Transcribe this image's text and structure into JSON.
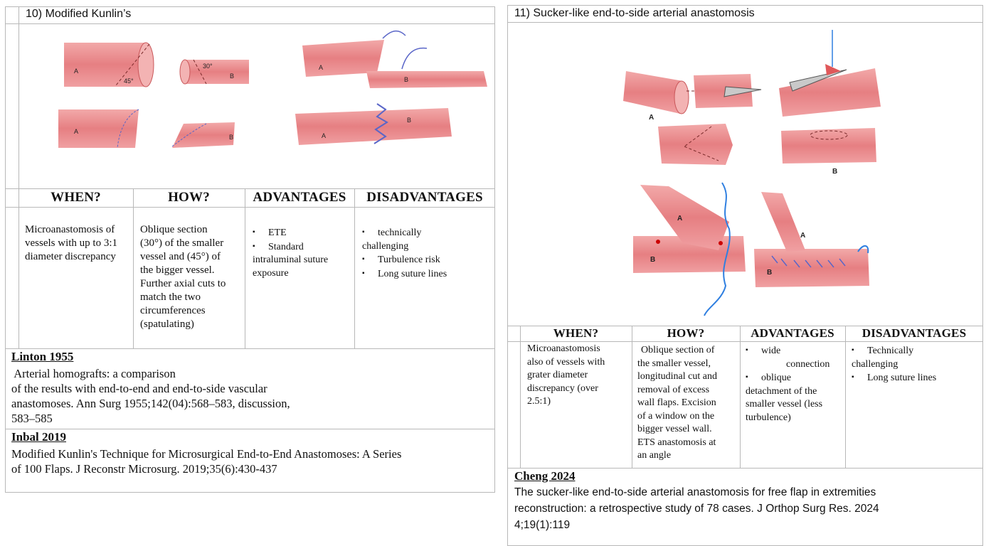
{
  "left": {
    "title": "10) Modified Kunlin’s",
    "diagram": {
      "labels": [
        "A",
        "30°",
        "45°",
        "B",
        "A",
        "B",
        "A",
        "B",
        "A",
        "B"
      ]
    },
    "headers": [
      "WHEN?",
      "HOW?",
      "ADVANTAGES",
      "DISADVANTAGES"
    ],
    "when": [
      "Microanastomosis of",
      "vessels with up to 3:1",
      "diameter discrepancy"
    ],
    "how": [
      "Oblique section",
      "(30°) of the smaller",
      "vessel and (45°) of",
      "the bigger vessel.",
      "Further axial cuts to",
      "match the two",
      "circumferences",
      "(spatulating)"
    ],
    "advantages": [
      "ETE",
      "Standard",
      "intraluminal suture",
      "exposure"
    ],
    "disadvantages": [
      "technically",
      "challenging",
      "Turbulence risk",
      "Long suture lines"
    ],
    "references": [
      {
        "head": "Linton 1955",
        "lines": [
          " Arterial homografts: a comparison",
          "of the results with end-to-end and end-to-side vascular",
          "anastomoses. Ann Surg 1955;142(04):568–583, discussion,",
          "583–585"
        ]
      },
      {
        "head": "Inbal 2019",
        "lines": [
          "Modified Kunlin's Technique for Microsurgical End-to-End Anastomoses: A Series",
          "of 100 Flaps. J Reconstr Microsurg. 2019;35(6):430-437"
        ]
      }
    ]
  },
  "right": {
    "title": "11) Sucker-like end-to-side arterial anastomosis",
    "diagram": {
      "labels": [
        "A",
        "B",
        "A",
        "B",
        "A",
        "B"
      ]
    },
    "headers": [
      "WHEN?",
      "HOW?",
      "ADVANTAGES",
      "DISADVANTAGES"
    ],
    "when": [
      "Microanastomosis",
      "also of vessels with",
      "grater diameter",
      "discrepancy (over",
      "2.5:1)"
    ],
    "how": [
      "Oblique section of",
      "the smaller vessel,",
      "longitudinal cut and",
      "removal of excess",
      "wall flaps. Excision",
      "of a window on the",
      "bigger vessel wall.",
      "ETS anastomosis at",
      "an angle"
    ],
    "advantages": [
      "wide",
      "connection",
      "oblique",
      "detachment of the",
      "smaller vessel (less",
      "turbulence)"
    ],
    "disadvantages": [
      "Technically",
      "challenging",
      "Long suture lines"
    ],
    "reference": {
      "head": "Cheng 2024",
      "lines": [
        "The sucker-like end-to-side arterial anastomosis for free flap in extremities",
        "reconstruction: a retrospective study of 78 cases. J Orthop Surg Res. 2024",
        "4;19(1):119"
      ]
    }
  },
  "colors": {
    "vessel": "#e98a8c",
    "vessel_dark": "#c9575a",
    "suture": "#5a66c8",
    "thread_blue": "#2f7fe0",
    "border": "#b8b8b8"
  }
}
